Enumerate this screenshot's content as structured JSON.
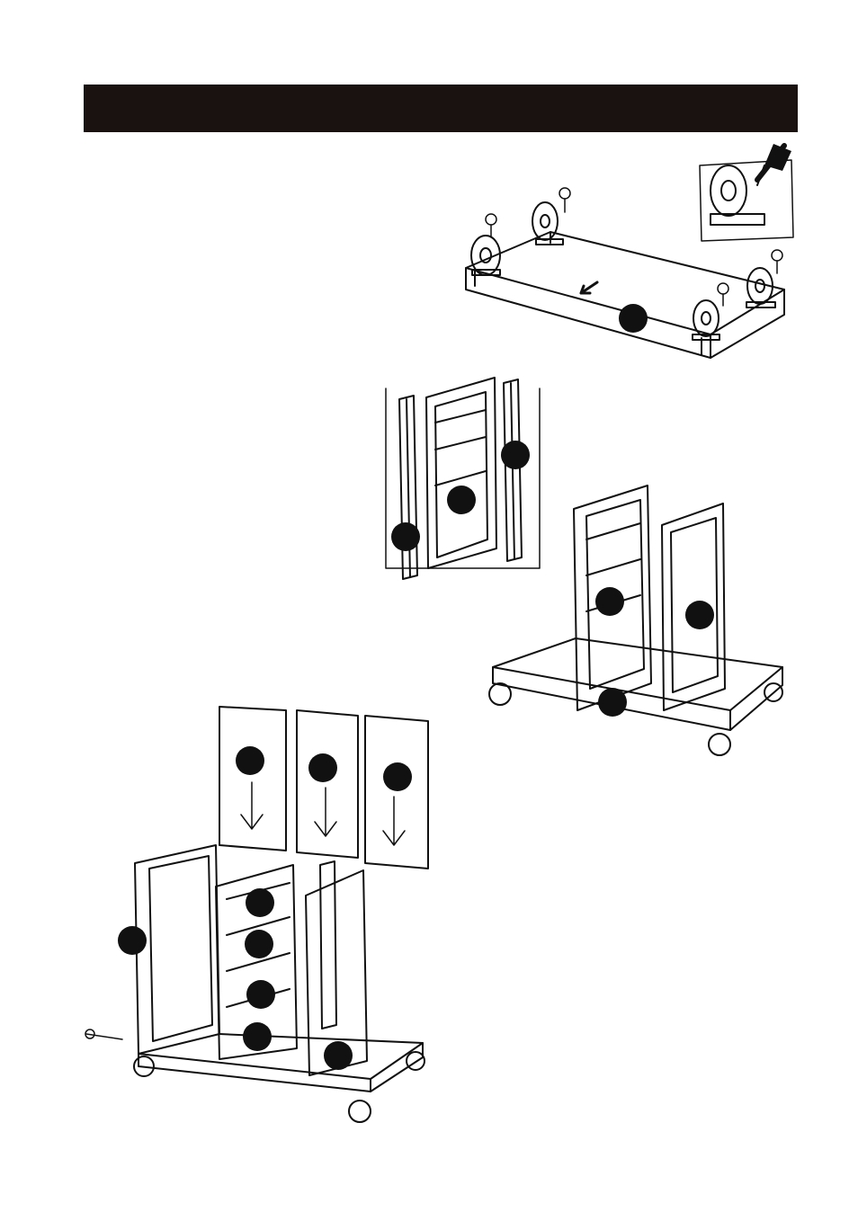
{
  "header": {
    "title": ""
  },
  "colors": {
    "header_bg": "#1a1210",
    "ink": "#111111",
    "paper": "#ffffff"
  },
  "figures": [
    {
      "name": "base-with-casters",
      "callouts": 1
    },
    {
      "name": "caster-screwdriver-inset",
      "callouts": 0
    },
    {
      "name": "side-panel-assembly",
      "callouts": 3
    },
    {
      "name": "frame-on-base",
      "callouts": 3
    },
    {
      "name": "panel-insertion",
      "callouts": 9
    }
  ]
}
